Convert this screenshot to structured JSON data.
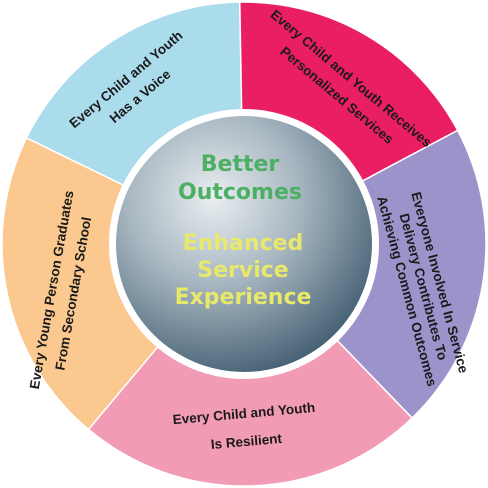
{
  "center": {
    "line1": "Better",
    "line2": "Outcomes",
    "line3": "Enhanced",
    "line4": "Service",
    "line5": "Experience",
    "color_top": "#4caf63",
    "color_bottom": "#e8e86a"
  },
  "segments": [
    {
      "key": "voice",
      "fill": "#aadcec",
      "line1": "Every Child and Youth",
      "line2": "Has a Voice"
    },
    {
      "key": "services",
      "fill": "#e91e63",
      "line1": "Every Child and Youth Receives",
      "line2": "Personalized Services"
    },
    {
      "key": "service",
      "fill": "#9b93c9",
      "line1": "Everyone Involved In Service",
      "line2": "Delivery Contributes To",
      "line3": "Achieving Common Outcomes"
    },
    {
      "key": "resilient",
      "fill": "#f29bb5",
      "line1": "Every Child and Youth",
      "line2": "Is Resilient"
    },
    {
      "key": "graduates",
      "fill": "#fbc98f",
      "line1": "Every Young Person Graduates",
      "line2": "From Secondary School"
    }
  ]
}
